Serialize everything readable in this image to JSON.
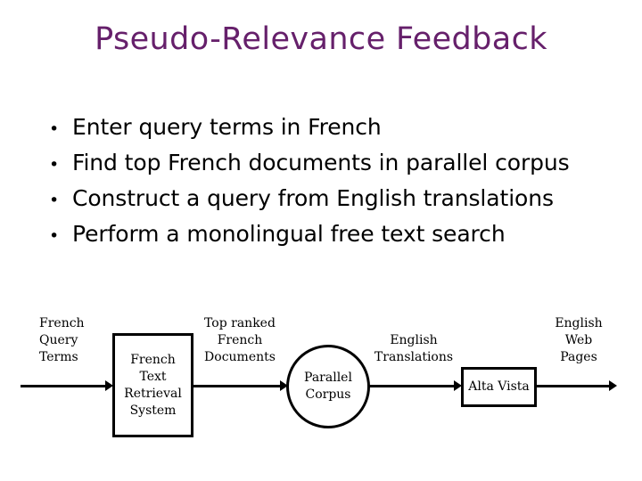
{
  "slide": {
    "title": "Pseudo-Relevance Feedback",
    "title_color": "#66206b",
    "background_color": "#ffffff",
    "text_color": "#000000"
  },
  "bullets": {
    "marker": "•",
    "items": [
      {
        "text": "Enter query terms in French"
      },
      {
        "text": "Find top French documents in parallel corpus"
      },
      {
        "text": "Construct a query from English translations"
      },
      {
        "text": "Perform a monolingual free text search"
      }
    ]
  },
  "diagram": {
    "type": "flow",
    "labels": {
      "input": "French\nQuery\nTerms",
      "input_lines": [
        "French",
        "Query",
        "Terms"
      ],
      "top_ranked_lines": [
        "Top ranked",
        "French",
        "Documents"
      ],
      "english_translations_lines": [
        "English",
        "Translations"
      ],
      "english_web_pages_lines": [
        "English",
        "Web",
        "Pages"
      ]
    },
    "nodes": [
      {
        "id": "french-text-retrieval-system",
        "shape": "rectangle",
        "lines": [
          "French",
          "Text",
          "Retrieval",
          "System"
        ]
      },
      {
        "id": "parallel-corpus",
        "shape": "circle",
        "lines": [
          "Parallel",
          "Corpus"
        ]
      },
      {
        "id": "alta-vista",
        "shape": "rectangle",
        "lines": [
          "Alta Vista"
        ]
      }
    ],
    "edges": [
      {
        "id": "edge-input-to-retrieval",
        "label": "French Query Terms"
      },
      {
        "id": "edge-retrieval-to-corpus",
        "label": "Top ranked French Documents"
      },
      {
        "id": "edge-corpus-to-altavista",
        "label": "English Translations"
      },
      {
        "id": "edge-altavista-to-output",
        "label": "English Web Pages"
      }
    ]
  }
}
